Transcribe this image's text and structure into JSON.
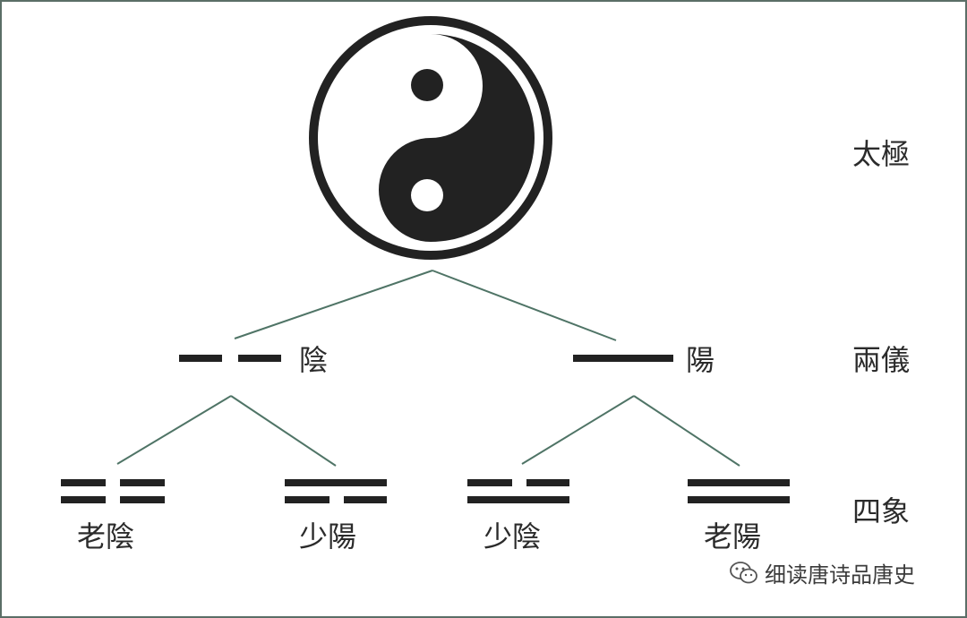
{
  "levels": {
    "taiji": "太極",
    "liangyi": "兩儀",
    "sixiang": "四象"
  },
  "liangyi": {
    "yin": "陰",
    "yang": "陽"
  },
  "sixiang": {
    "old_yin": "老陰",
    "young_yang": "少陽",
    "young_yin": "少陰",
    "old_yang": "老陽"
  },
  "watermark": {
    "text": "细读唐诗品唐史",
    "icon": "wechat-icon"
  },
  "colors": {
    "ink": "#222222",
    "connector": "#4f7466",
    "border": "#5b6e67"
  }
}
